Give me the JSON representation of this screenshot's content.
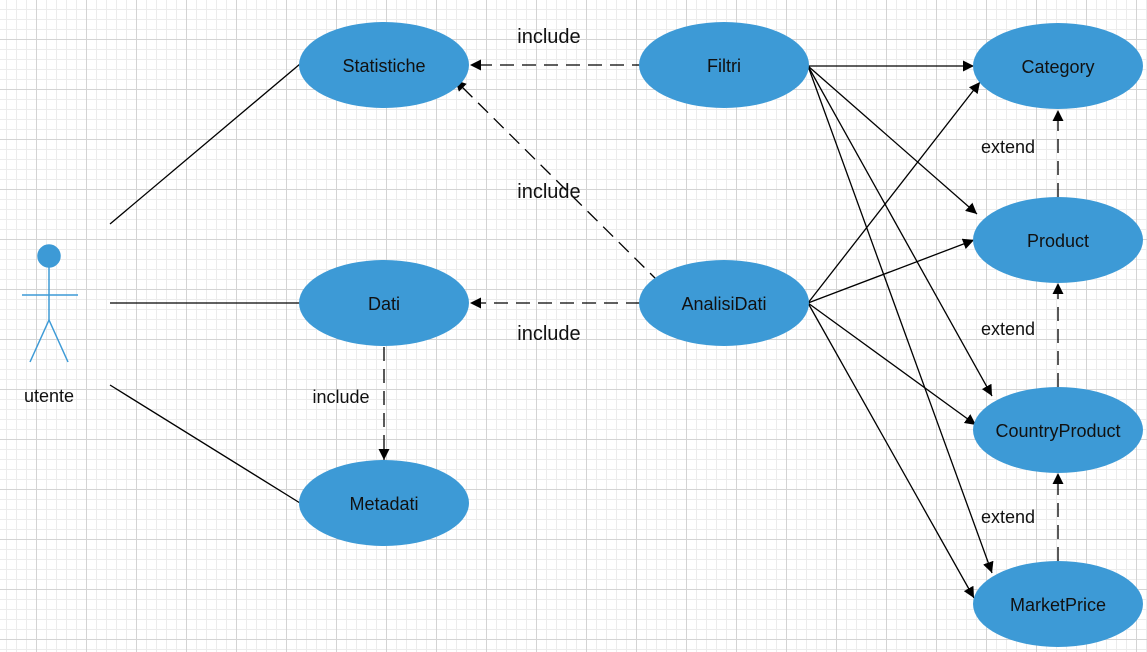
{
  "actor": {
    "name": "utente",
    "color": "#3d9ad6"
  },
  "use_cases": {
    "statistiche": "Statistiche",
    "dati": "Dati",
    "metadati": "Metadati",
    "filtri": "Filtri",
    "analisi_dati": "AnalisiDati",
    "category": "Category",
    "product": "Product",
    "country_product": "CountryProduct",
    "market_price": "MarketPrice"
  },
  "relations": {
    "filtri_statistiche": "include",
    "analisi_statistiche": "include",
    "analisi_dati": "include",
    "dati_metadati": "include",
    "product_category": "extend",
    "country_product": "extend",
    "market_country": "extend"
  },
  "colors": {
    "use_case_fill": "#3d9ad6",
    "line": "#000000"
  }
}
